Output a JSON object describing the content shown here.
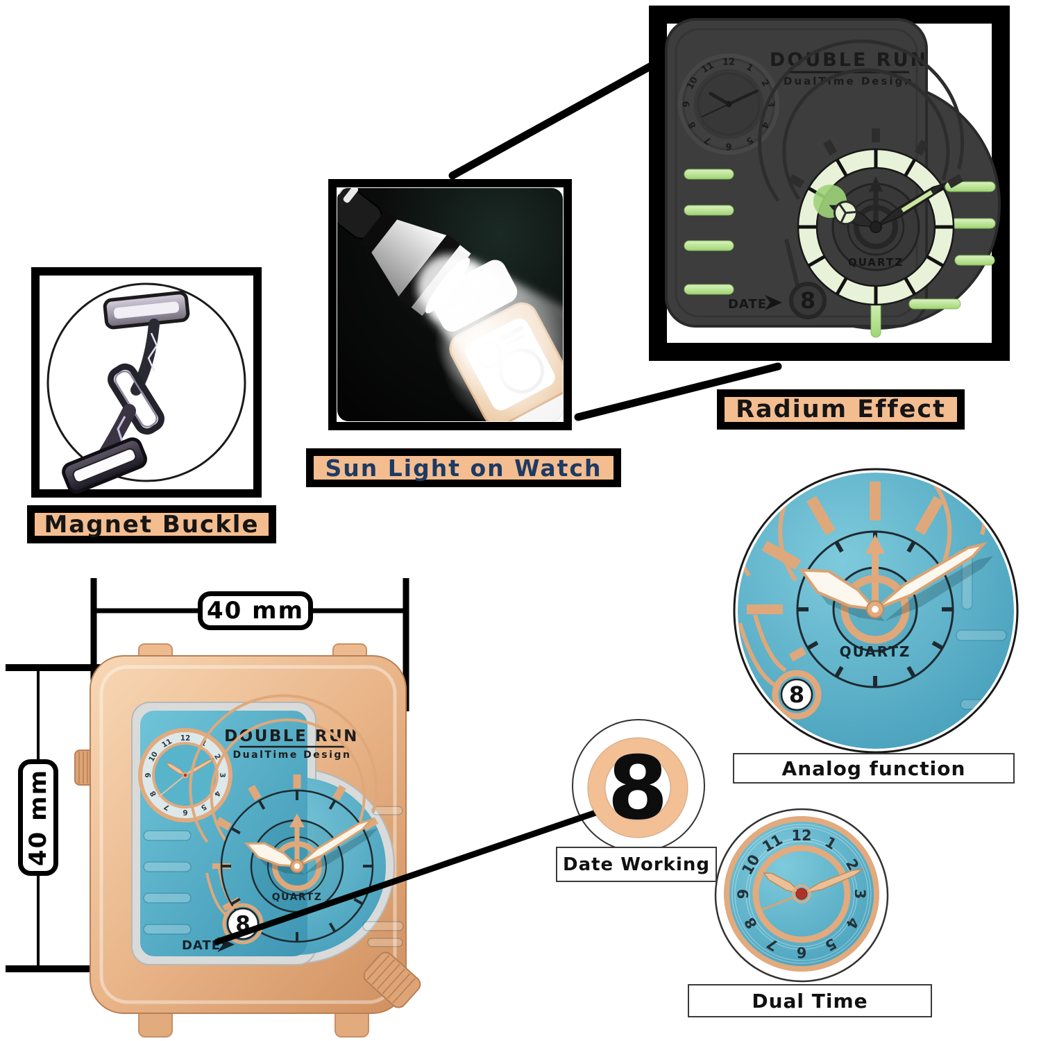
{
  "colors": {
    "peach_label_bg": "#f4bd90",
    "navy_text": "#1d3a63",
    "teal_dial": "#4fb0c8",
    "rose_gold": "#e2a87e",
    "lume_green": "#b9e294",
    "dark_face": "#3d3d3d",
    "line_black": "#000000"
  },
  "callouts": {
    "radium": {
      "label": "Radium Effect"
    },
    "sunlight": {
      "label": "Sun Light on Watch"
    },
    "magnet": {
      "label": "Magnet Buckle"
    },
    "analog": {
      "label": "Analog function"
    },
    "date_working": {
      "label": "Date Working"
    },
    "dual_time": {
      "label": "Dual Time"
    }
  },
  "dimensions": {
    "width_label": "40 mm",
    "height_label": "40 mm"
  },
  "watch": {
    "brand_line1": "DOUBLE RUN",
    "brand_line2": "DualTime Design",
    "movement_label": "QUARTZ",
    "date_label": "DATE",
    "date_value": "8",
    "dial_numerals": [
      "12",
      "1",
      "2",
      "3",
      "4",
      "5",
      "6",
      "7",
      "8",
      "9",
      "10",
      "11"
    ]
  }
}
